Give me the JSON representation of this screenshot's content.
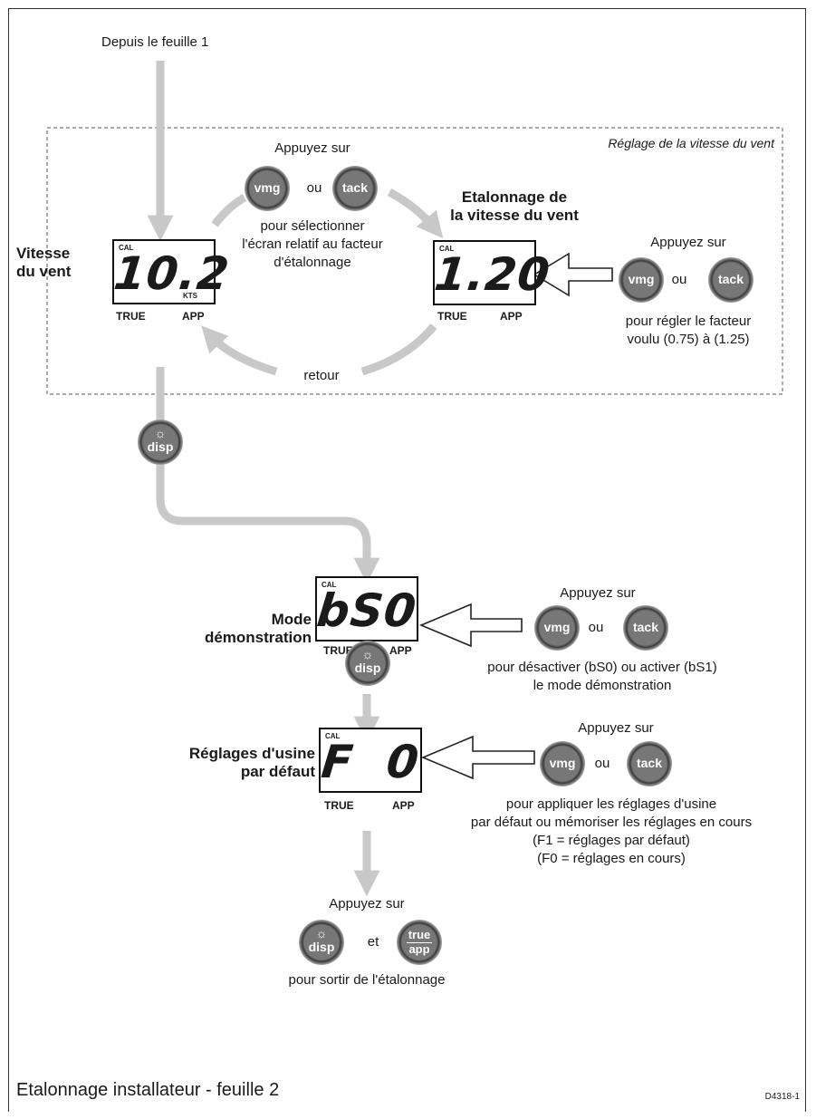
{
  "source_label": "Depuis le feuille 1",
  "section_title": "Réglage de la vitesse du vent",
  "press_label": "Appuyez sur",
  "or_label": "ou",
  "and_label": "et",
  "buttons": {
    "vmg": "vmg",
    "tack": "tack",
    "disp": "disp",
    "true": "true",
    "app": "app"
  },
  "lcd_legend": {
    "cal": "CAL",
    "kts": "KTS",
    "true": "TRUE",
    "app": "APP"
  },
  "wind_speed": {
    "label": "Vitesse\ndu vent",
    "display": "10.2",
    "select_caption": "pour sélectionner\nl'écran relatif au facteur\nd'étalonnage",
    "return_label": "retour"
  },
  "calibration": {
    "label": "Etalonnage de\nla vitesse du vent",
    "display": "1.20",
    "adjust_caption": "pour régler le facteur\nvoulu (0.75) à (1.25)"
  },
  "demo_mode": {
    "label": "Mode\ndémonstration",
    "display": "bS0",
    "caption": "pour désactiver (bS0) ou activer (bS1)\nle mode démonstration"
  },
  "factory": {
    "label": "Réglages d'usine\npar défaut",
    "display": "F  0",
    "caption": "pour appliquer les réglages d'usine\npar défaut ou mémoriser les réglages en cours\n(F1 = réglages par défaut)\n(F0 = réglages en cours)"
  },
  "exit": {
    "caption": "pour sortir de l'étalonnage"
  },
  "footer_title": "Etalonnage installateur - feuille 2",
  "figure_code": "D4318-1",
  "colors": {
    "arrow": "#c8c8c8",
    "outline": "#222222",
    "button": "#6e6e6e"
  }
}
